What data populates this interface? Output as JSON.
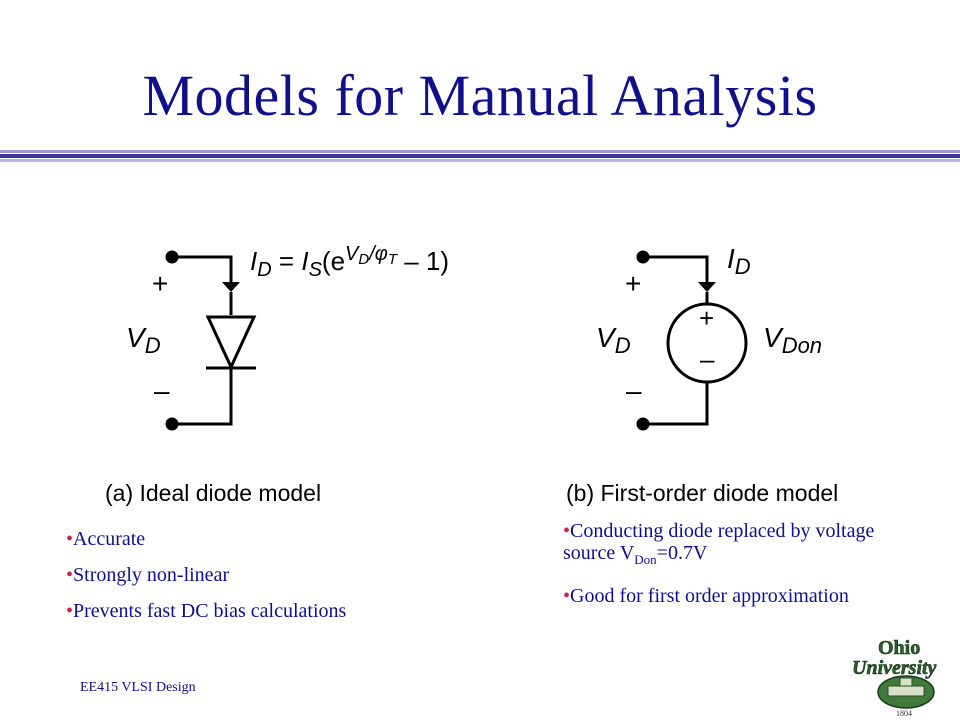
{
  "title": "Models for Manual Analysis",
  "left": {
    "equation": {
      "lhs_sub": "D",
      "s_sub": "S",
      "exp_sub_d": "D",
      "exp_sub_t": "T",
      "tail": " – 1)"
    },
    "v_label": "V",
    "v_sub": "D",
    "plus": "+",
    "minus": "–",
    "caption": "(a) Ideal diode model",
    "bullets": [
      "Accurate",
      "Strongly non-linear",
      "Prevents fast DC bias calculations"
    ]
  },
  "right": {
    "i_label": "I",
    "i_sub": "D",
    "v_label": "V",
    "v_sub": "D",
    "src_label": "V",
    "src_sub": "Don",
    "plus": "+",
    "minus": "–",
    "caption": "(b) First-order diode model",
    "bullet1_pre": "Conducting diode replaced by voltage source V",
    "bullet1_sub": "Don",
    "bullet1_post": "=0.7V",
    "bullet2": "Good for first order approximation"
  },
  "footer": "EE415 VLSI Design",
  "logo": {
    "line1": "Ohio",
    "line2": "University",
    "year": "1804"
  },
  "colors": {
    "title": "#10108a",
    "bullet_dot": "#d02050",
    "rule_dark": "#3a3a9a",
    "rule_light": "#a8a8d8"
  }
}
